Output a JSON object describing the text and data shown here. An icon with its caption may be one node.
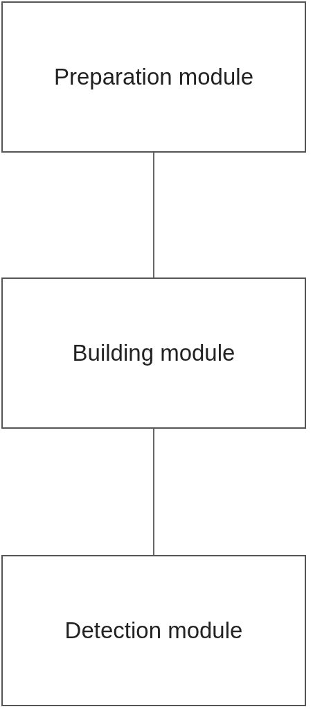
{
  "diagram": {
    "nodes": [
      {
        "text": [
          "Preparation module"
        ]
      },
      {
        "text": [
          "Building module"
        ]
      },
      {
        "text": [
          "Detection module"
        ]
      }
    ],
    "edges": [
      {
        "from": 0,
        "to": 1,
        "arrow": "none"
      },
      {
        "from": 1,
        "to": 2,
        "arrow": "none"
      }
    ]
  }
}
